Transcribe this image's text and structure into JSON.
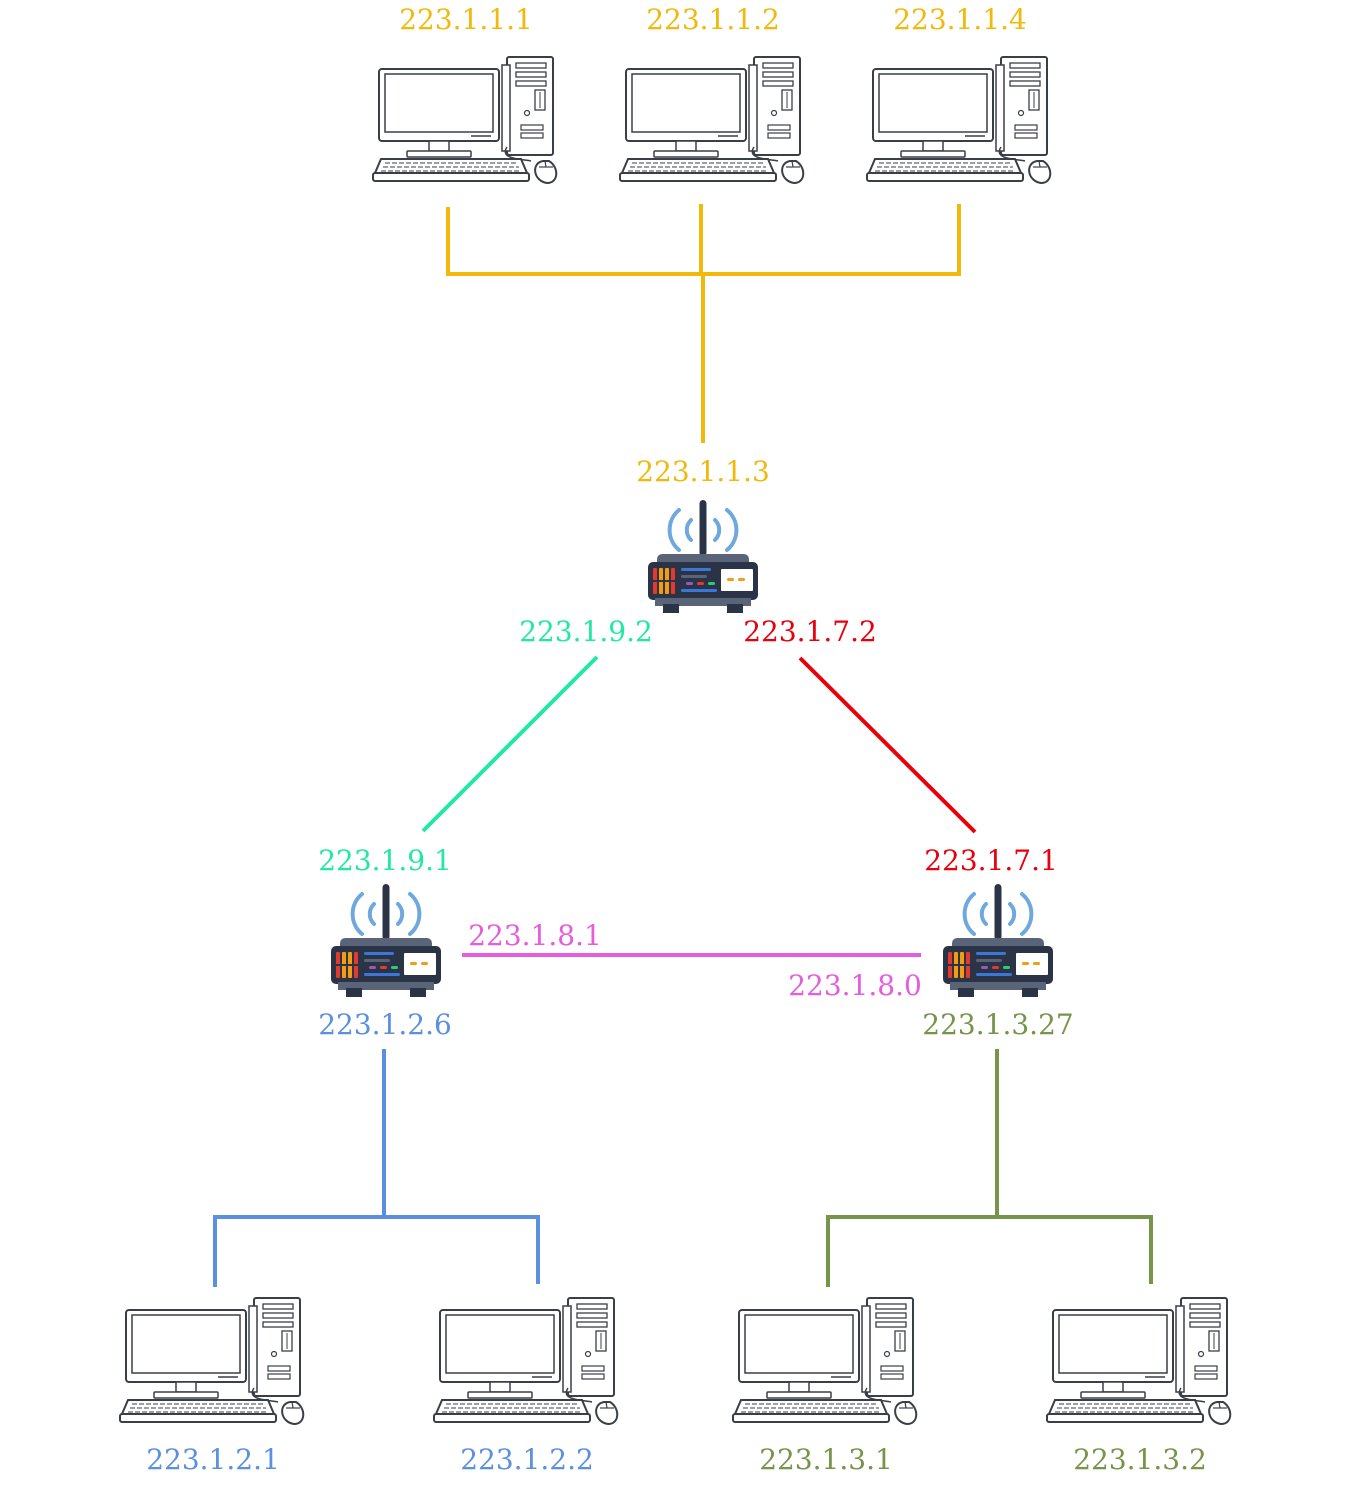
{
  "colors": {
    "subnet_1": "#f0b90b",
    "subnet_9": "#22e8a6",
    "subnet_7": "#e8000b",
    "subnet_8": "#e55ddc",
    "subnet_2": "#5b8fe0",
    "subnet_3": "#76944a"
  },
  "icons": {
    "host": "desktop-computer-icon",
    "router": "wireless-router-icon"
  },
  "hosts": {
    "h_1_1_1": "223.1.1.1",
    "h_1_1_2": "223.1.1.2",
    "h_1_1_4": "223.1.1.4",
    "h_1_2_1": "223.1.2.1",
    "h_1_2_2": "223.1.2.2",
    "h_1_3_1": "223.1.3.1",
    "h_1_3_2": "223.1.3.2"
  },
  "routers": {
    "top": {
      "iface_1": "223.1.1.3",
      "iface_9": "223.1.9.2",
      "iface_7": "223.1.7.2"
    },
    "left": {
      "iface_9": "223.1.9.1",
      "iface_8": "223.1.8.1",
      "iface_2": "223.1.2.6"
    },
    "right": {
      "iface_7": "223.1.7.1",
      "iface_8": "223.1.8.0",
      "iface_3": "223.1.3.27"
    }
  }
}
